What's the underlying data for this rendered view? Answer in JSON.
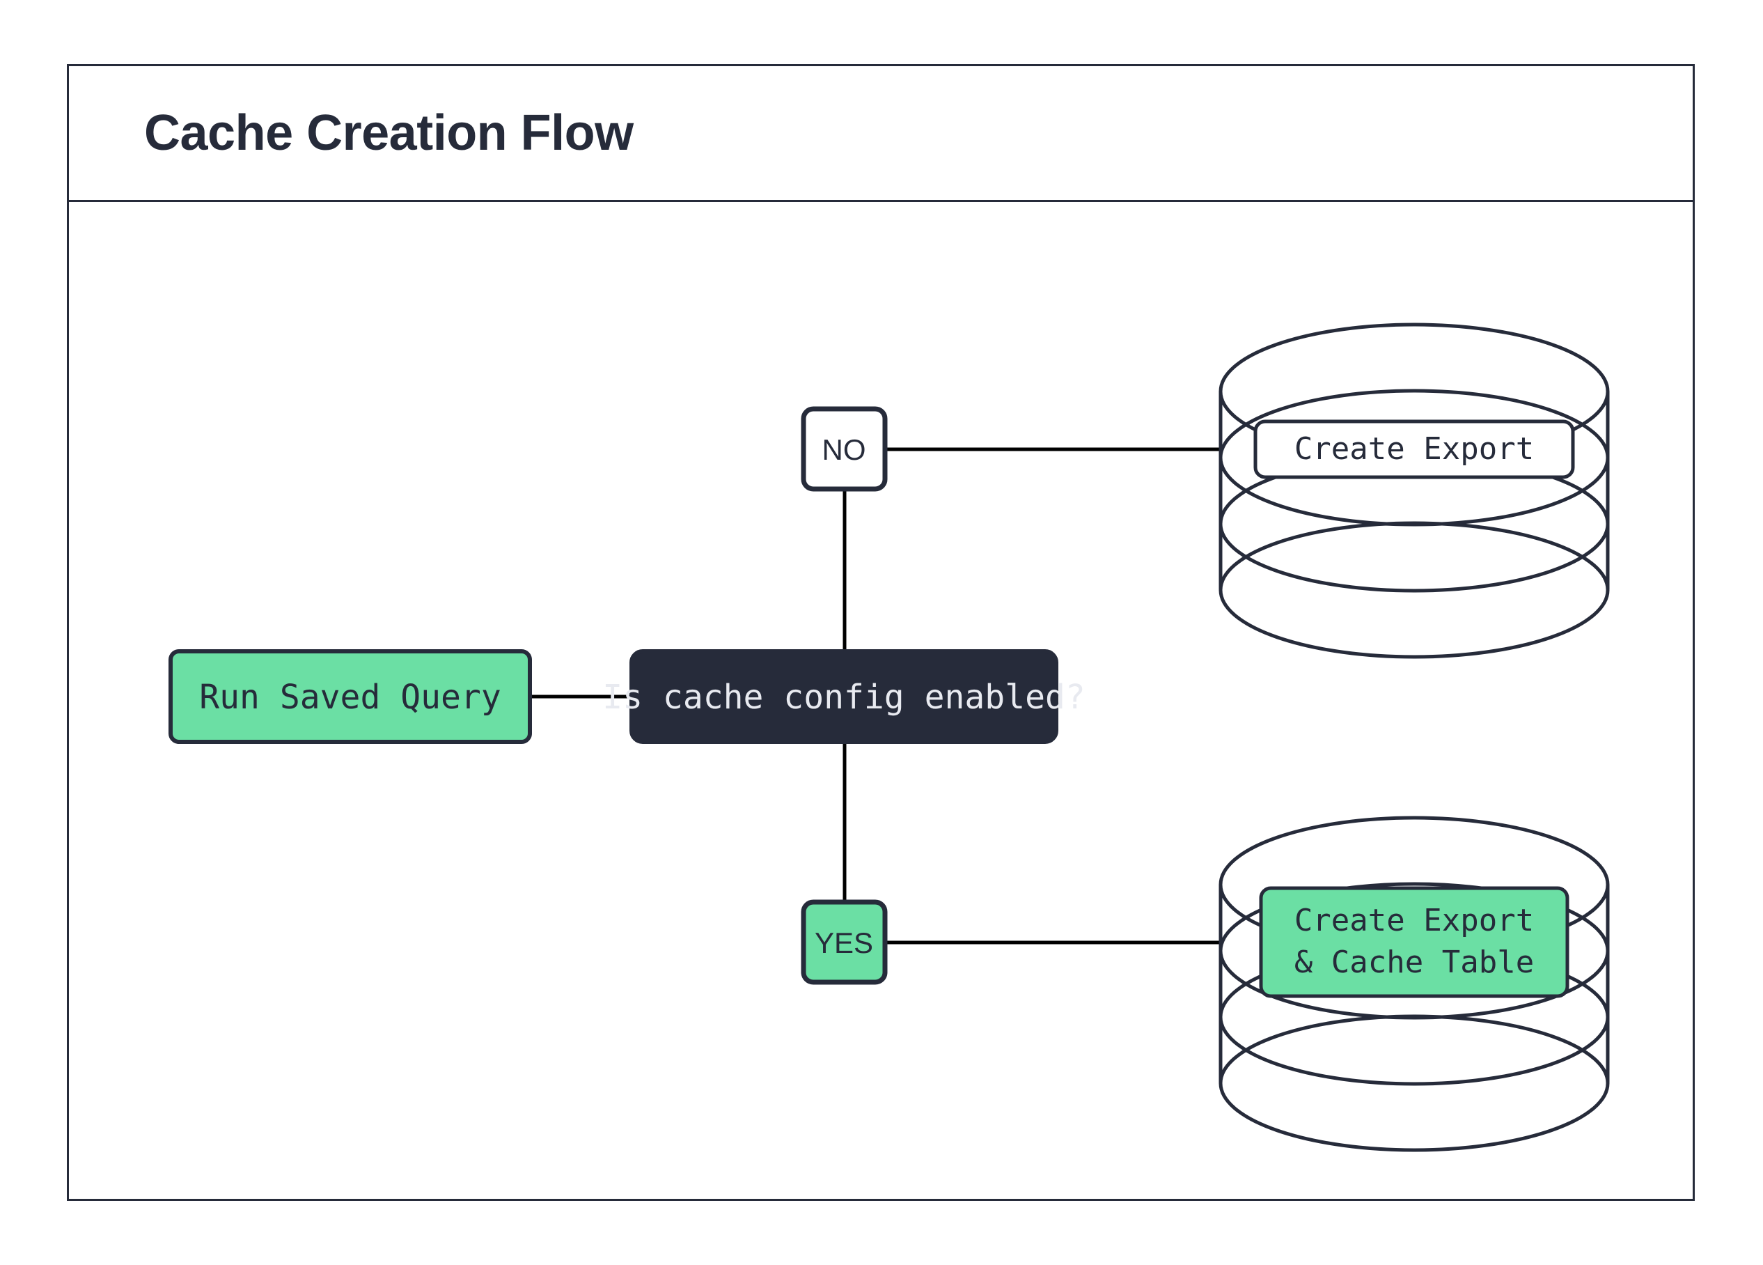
{
  "diagram": {
    "title": "Cache Creation Flow",
    "type": "flowchart",
    "colors": {
      "stroke": "#262B3A",
      "dark_fill": "#262B3A",
      "dark_text": "#E8EAF0",
      "green_fill": "#6BDFA4",
      "white_fill": "#FFFFFF",
      "connector": "#000000"
    },
    "nodes": [
      {
        "id": "run-saved-query",
        "label": "Run Saved Query",
        "shape": "rounded-rect",
        "fill": "green",
        "text_style": "mono"
      },
      {
        "id": "is-cache-config-enabled",
        "label": "Is cache config enabled?",
        "shape": "rounded-rect",
        "fill": "dark",
        "text_style": "mono"
      },
      {
        "id": "branch-no",
        "label": "NO",
        "shape": "rounded-rect",
        "fill": "white",
        "text_style": "sans"
      },
      {
        "id": "branch-yes",
        "label": "YES",
        "shape": "rounded-rect",
        "fill": "green",
        "text_style": "sans"
      },
      {
        "id": "database-top",
        "label": "Create Export",
        "shape": "database-cylinder",
        "fill": "white",
        "text_style": "mono",
        "lines": [
          "Create Export"
        ]
      },
      {
        "id": "database-bottom",
        "label": "Create Export & Cache Table",
        "shape": "database-cylinder",
        "fill": "green",
        "text_style": "mono",
        "lines": [
          "Create Export",
          "& Cache Table"
        ]
      }
    ],
    "edges": [
      {
        "from": "run-saved-query",
        "to": "is-cache-config-enabled",
        "label": ""
      },
      {
        "from": "is-cache-config-enabled",
        "to": "branch-no",
        "label": "NO"
      },
      {
        "from": "is-cache-config-enabled",
        "to": "branch-yes",
        "label": "YES"
      },
      {
        "from": "branch-no",
        "to": "database-top",
        "label": ""
      },
      {
        "from": "branch-yes",
        "to": "database-bottom",
        "label": ""
      }
    ]
  }
}
